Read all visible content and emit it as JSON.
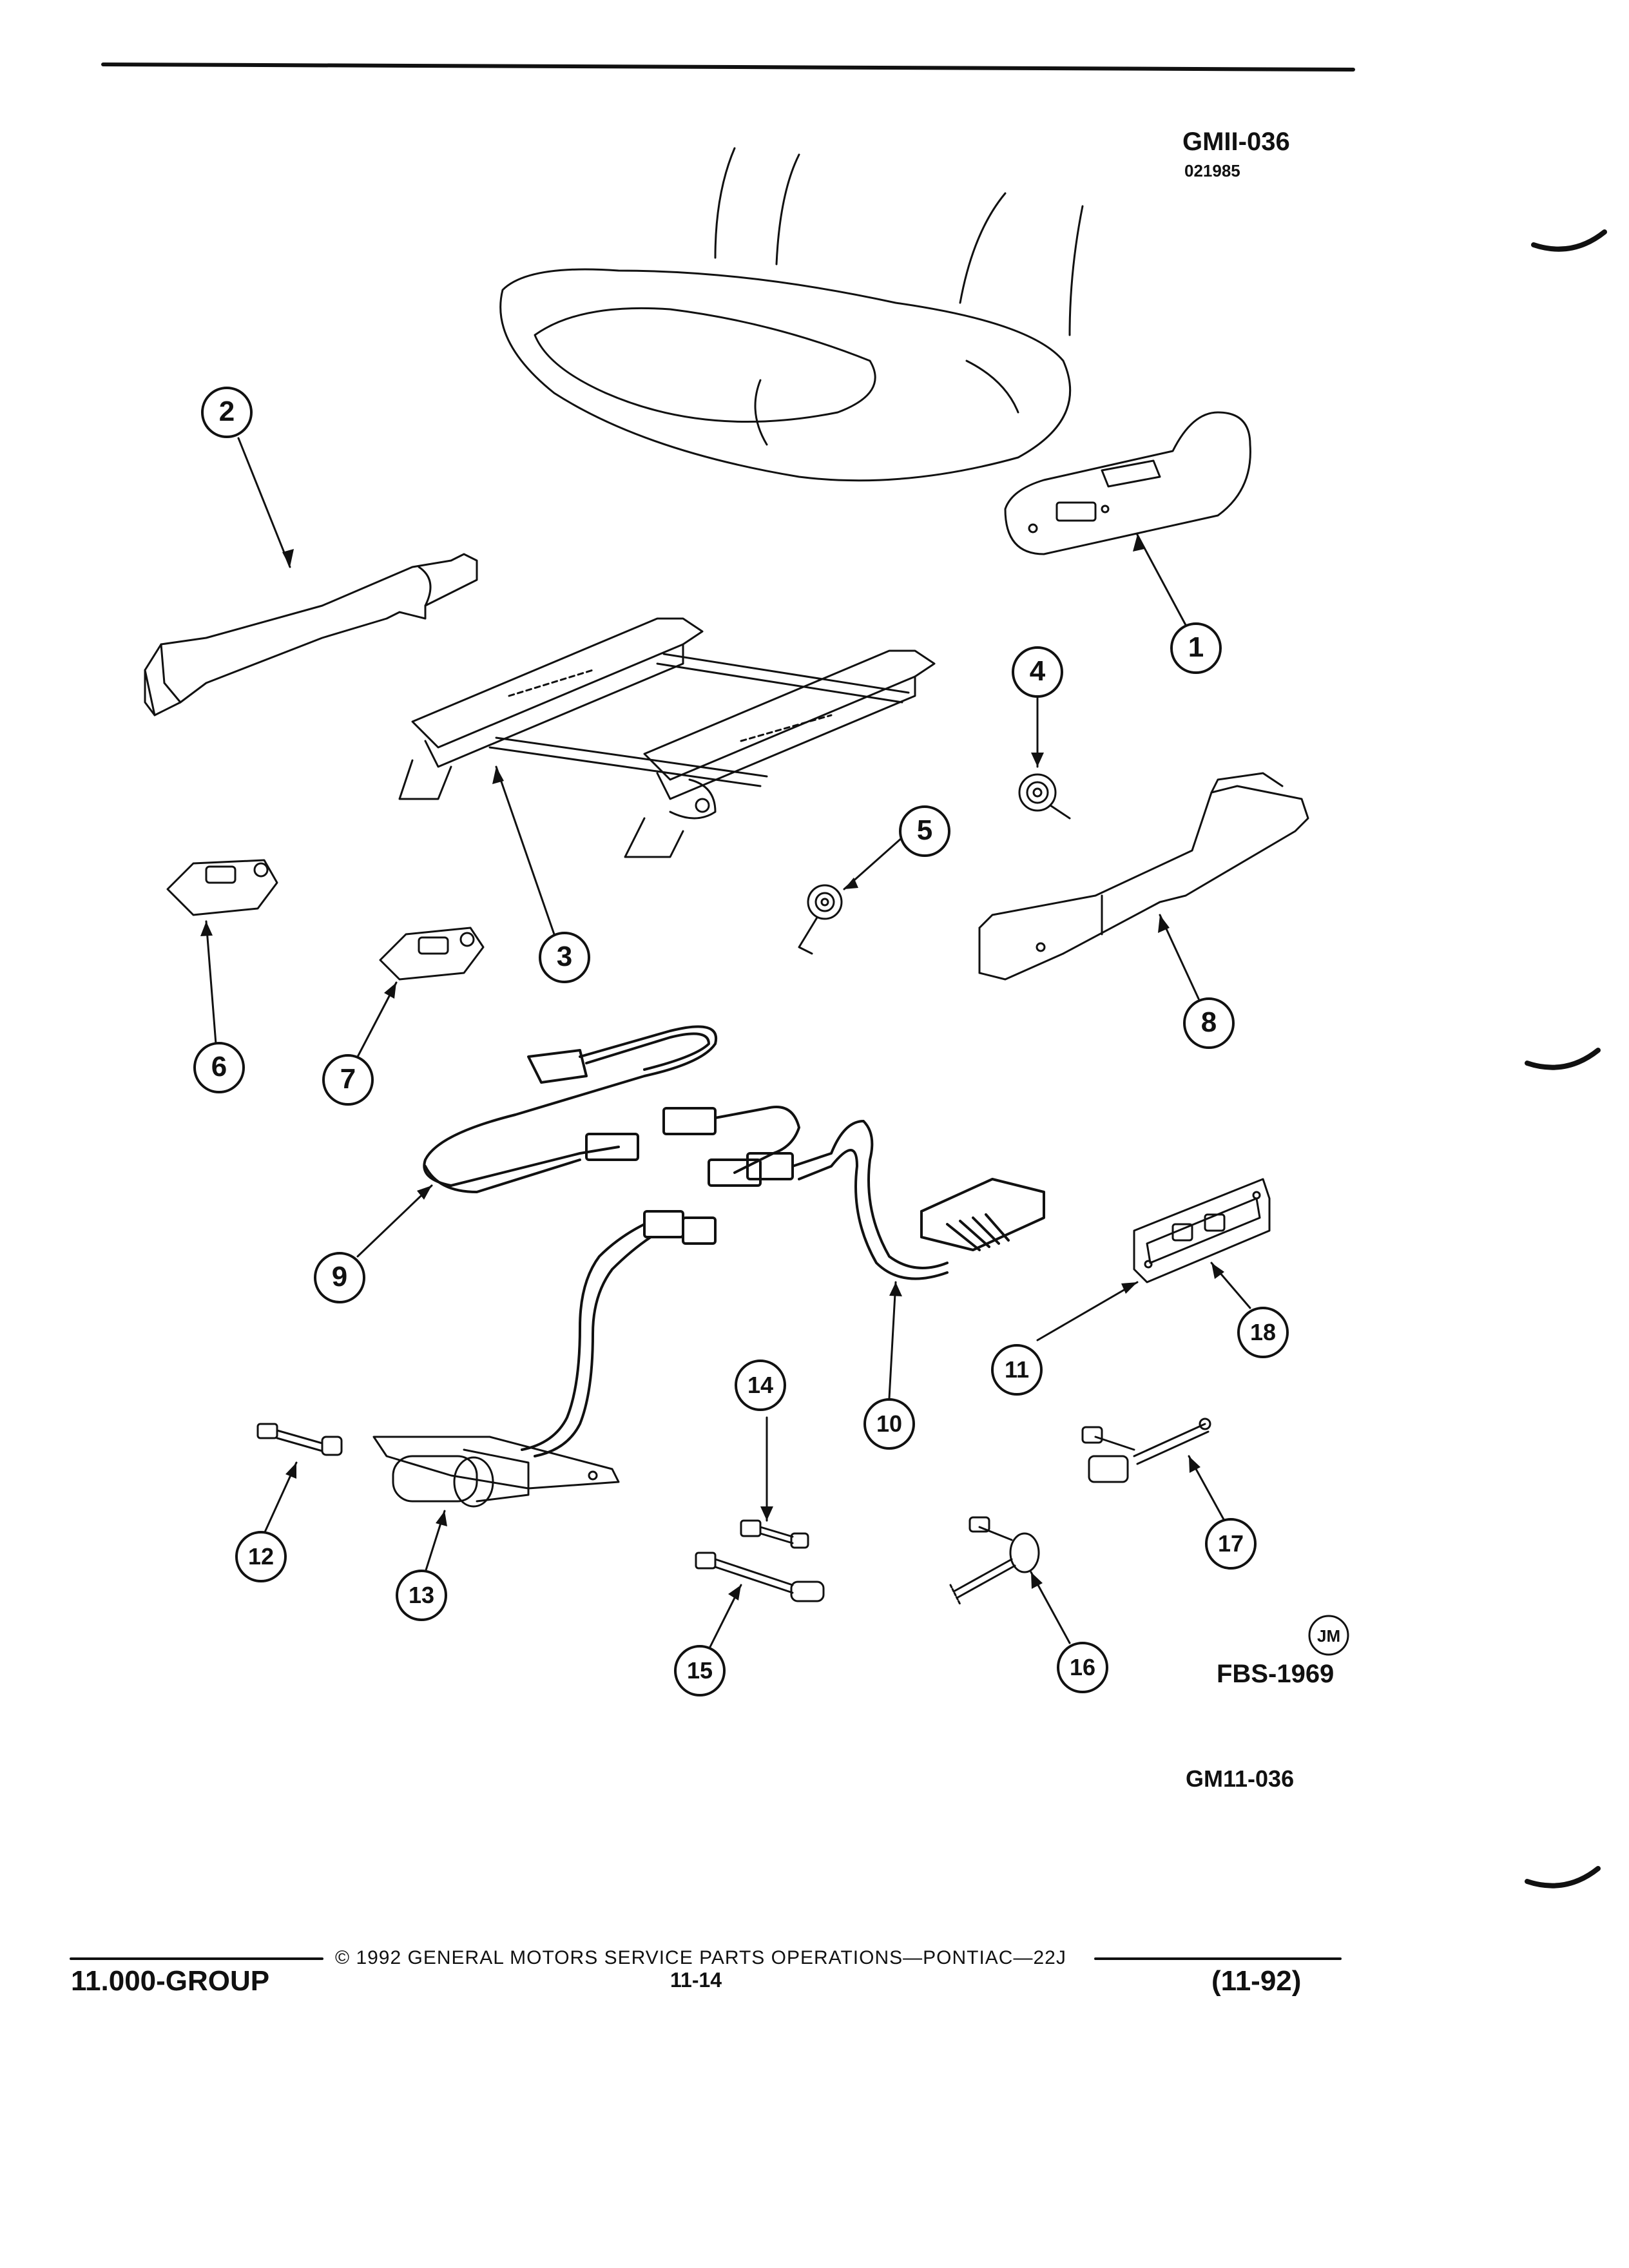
{
  "header": {
    "figure_code": "GMII-036",
    "figure_date": "021985"
  },
  "callouts": [
    "1",
    "2",
    "3",
    "4",
    "5",
    "6",
    "7",
    "8",
    "9",
    "10",
    "11",
    "12",
    "13",
    "14",
    "15",
    "16",
    "17",
    "18"
  ],
  "artist_mark": "JM",
  "illustration_code": "FBS-1969",
  "figure_code_bottom": "GM11-036",
  "footer": {
    "group": "11.000-GROUP",
    "copyright": "© 1992 GENERAL MOTORS SERVICE PARTS OPERATIONS—PONTIAC—22J",
    "page": "11-14",
    "date": "(11-92)"
  }
}
